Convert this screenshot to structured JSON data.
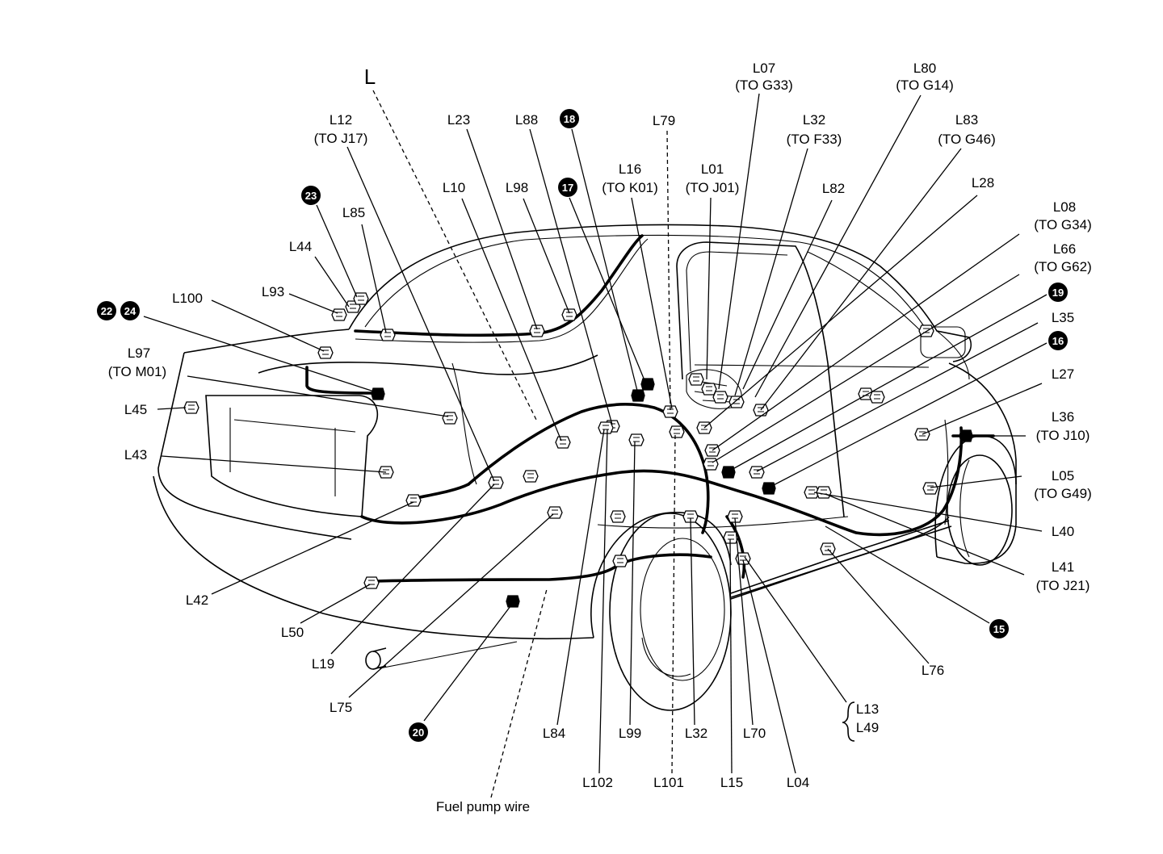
{
  "diagram": {
    "section_letter": "L",
    "fuel_pump_wire": "Fuel pump wire"
  },
  "labels": {
    "l07": {
      "code": "L07",
      "note": "(TO G33)"
    },
    "l80": {
      "code": "L80",
      "note": "(TO G14)"
    },
    "l12": {
      "code": "L12",
      "note": "(TO J17)"
    },
    "l23": {
      "code": "L23"
    },
    "l88": {
      "code": "L88"
    },
    "l79": {
      "code": "L79"
    },
    "l32_top": {
      "code": "L32",
      "note": "(TO F33)"
    },
    "l83": {
      "code": "L83",
      "note": "(TO G46)"
    },
    "l16": {
      "code": "L16",
      "note": "(TO K01)"
    },
    "l01": {
      "code": "L01",
      "note": "(TO J01)"
    },
    "l10": {
      "code": "L10"
    },
    "l98": {
      "code": "L98"
    },
    "l82": {
      "code": "L82"
    },
    "l28": {
      "code": "L28"
    },
    "l08": {
      "code": "L08",
      "note": "(TO G34)"
    },
    "l66": {
      "code": "L66",
      "note": "(TO G62)"
    },
    "l85": {
      "code": "L85"
    },
    "l44": {
      "code": "L44"
    },
    "l93": {
      "code": "L93"
    },
    "l100": {
      "code": "L100"
    },
    "l35": {
      "code": "L35"
    },
    "l97": {
      "code": "L97",
      "note": "(TO M01)"
    },
    "l27": {
      "code": "L27"
    },
    "l45": {
      "code": "L45"
    },
    "l36": {
      "code": "L36",
      "note": "(TO J10)"
    },
    "l43": {
      "code": "L43"
    },
    "l05": {
      "code": "L05",
      "note": "(TO G49)"
    },
    "l40": {
      "code": "L40"
    },
    "l41": {
      "code": "L41",
      "note": "(TO J21)"
    },
    "l42": {
      "code": "L42"
    },
    "l50": {
      "code": "L50"
    },
    "l19": {
      "code": "L19"
    },
    "l76": {
      "code": "L76"
    },
    "l75": {
      "code": "L75"
    },
    "l13": {
      "code": "L13"
    },
    "l49": {
      "code": "L49"
    },
    "l84": {
      "code": "L84"
    },
    "l99": {
      "code": "L99"
    },
    "l32_bottom": {
      "code": "L32"
    },
    "l70": {
      "code": "L70"
    },
    "l102": {
      "code": "L102"
    },
    "l101": {
      "code": "L101"
    },
    "l15": {
      "code": "L15"
    },
    "l04": {
      "code": "L04"
    }
  },
  "badges": {
    "b15": "15",
    "b16": "16",
    "b17": "17",
    "b18": "18",
    "b19": "19",
    "b20": "20",
    "b22": "22",
    "b23": "23",
    "b24": "24"
  },
  "colors": {
    "ink": "#000000",
    "paper": "#ffffff"
  }
}
